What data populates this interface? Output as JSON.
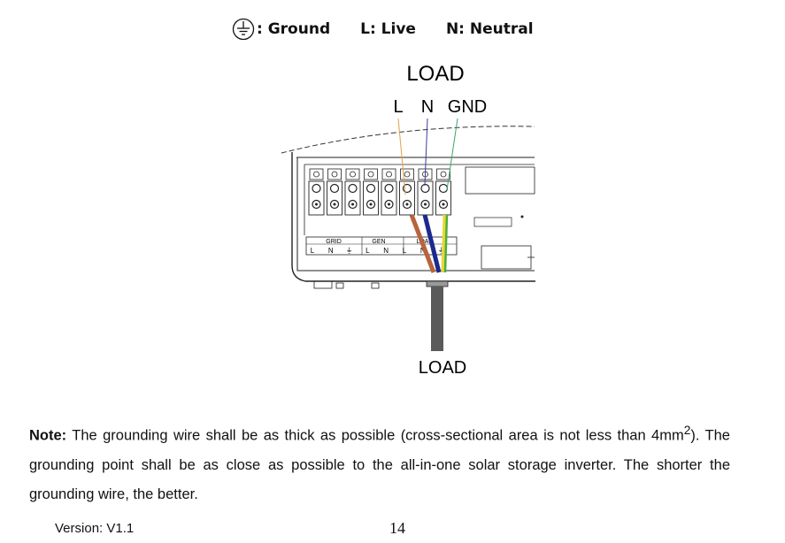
{
  "legend": {
    "ground": ": Ground",
    "live": "L:  Live",
    "neutral": "N:  Neutral"
  },
  "diagram": {
    "title_top": "LOAD",
    "wire_labels": {
      "l": "L",
      "n": "N",
      "gnd": "GND"
    },
    "terminal_groups": [
      "GRID",
      "GEN",
      "LOAD"
    ],
    "terminal_letters": [
      "L",
      "N",
      "⏚",
      "L",
      "N",
      "L",
      "N",
      "⏚"
    ],
    "title_bottom": "LOAD"
  },
  "note": {
    "label": "Note:",
    "text_before_sup": " The grounding wire shall be as thick as possible (cross-sectional area is not less than 4mm",
    "superscript": "2",
    "text_after_sup": "). The grounding point shall be as close as possible to the all-in-one solar storage inverter. The shorter the grounding wire, the better."
  },
  "footer": {
    "version": "Version: V1.1",
    "page_number": "14"
  },
  "colors": {
    "live_wire": "#b8643c",
    "neutral_wire": "#1c2a8c",
    "ground_wire_green": "#4caf3a",
    "ground_wire_yellow": "#e8d838",
    "cable": "#5a5a5a",
    "live_thin": "#e3a04a",
    "neutral_thin": "#3c3c9c",
    "gnd_thin": "#3aa66a"
  }
}
